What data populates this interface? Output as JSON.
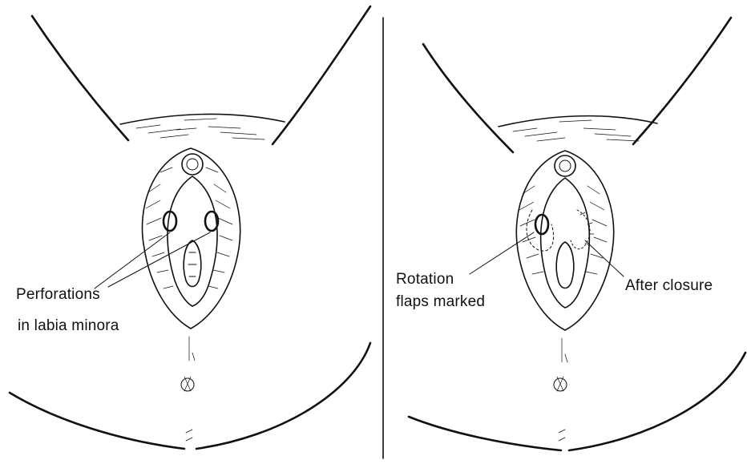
{
  "left_panel": {
    "label_line1": "Perforations",
    "label_line2": "in labia minora"
  },
  "right_panel": {
    "label_rotation_line1": "Rotation",
    "label_rotation_line2": "flaps marked",
    "label_closure": "After closure"
  }
}
